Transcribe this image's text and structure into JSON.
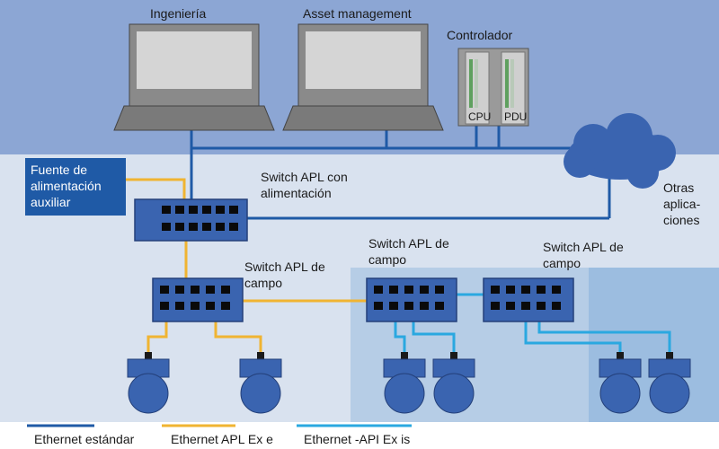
{
  "labels": {
    "engineering": "Ingeniería",
    "asset_management": "Asset management",
    "controller": "Controlador",
    "cpu": "CPU",
    "pdu": "PDU",
    "aux_power_l1": "Fuente de",
    "aux_power_l2": "alimentación",
    "aux_power_l3": "auxiliar",
    "switch_power_l1": "Switch APL con",
    "switch_power_l2": "alimentación",
    "switch_field1_l1": "Switch APL de",
    "switch_field1_l2": "campo",
    "switch_field2_l1": "Switch APL de",
    "switch_field2_l2": "campo",
    "switch_field3_l1": "Switch APL de",
    "switch_field3_l2": "campo",
    "other_apps_l1": "Otras",
    "other_apps_l2": "aplica-",
    "other_apps_l3": "ciones"
  },
  "legend": [
    {
      "label": "Ethernet estándar",
      "color": "#1f5aa6"
    },
    {
      "label": "Ethernet APL Ex e",
      "color": "#f0b432"
    },
    {
      "label": "Ethernet -API Ex is",
      "color": "#2aa8e0"
    }
  ],
  "colors": {
    "top_band": "#8ca6d4",
    "middle_band": "#d9e2ef",
    "zone1": "#b6cde6",
    "zone0": "#9cbde0",
    "device_blue": "#3a64b0",
    "aux_box": "#1f5aa6"
  }
}
